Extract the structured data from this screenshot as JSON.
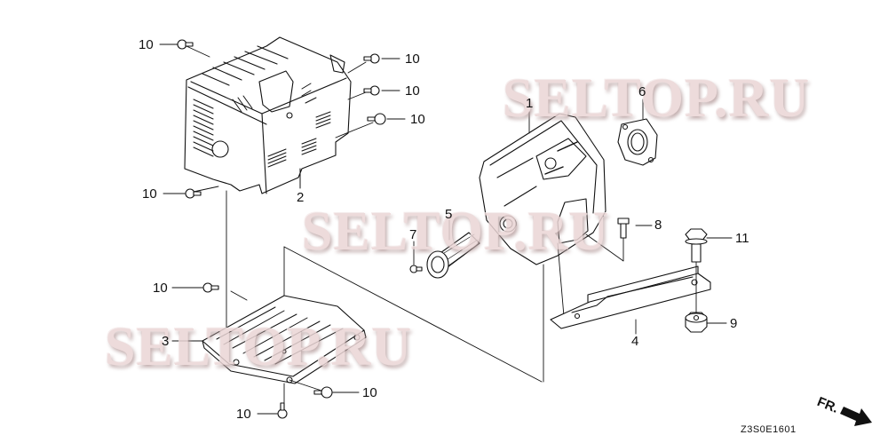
{
  "diagram": {
    "type": "exploded-parts-diagram",
    "drawing_code": "Z3S0E1601",
    "direction_indicator": {
      "label": "FR.",
      "icon": "arrow-down-right-icon"
    },
    "watermarks": [
      "SELTOP.RU",
      "SELTOP.RU",
      "SELTOP.RU"
    ],
    "watermark_color": "#ead5d5",
    "line_color": "#111111",
    "callouts": [
      {
        "id": "1",
        "label": "1",
        "part": "muffler"
      },
      {
        "id": "2",
        "label": "2",
        "part": "muffler-protector-upper"
      },
      {
        "id": "3",
        "label": "3",
        "part": "muffler-protector-lower"
      },
      {
        "id": "4",
        "label": "4",
        "part": "muffler-stay"
      },
      {
        "id": "5",
        "label": "5",
        "part": "spark-arrester"
      },
      {
        "id": "6",
        "label": "6",
        "part": "muffler-gasket"
      },
      {
        "id": "7",
        "label": "7",
        "part": "screw"
      },
      {
        "id": "8",
        "label": "8",
        "part": "flange-bolt"
      },
      {
        "id": "9",
        "label": "9",
        "part": "flange-nut"
      },
      {
        "id": "10",
        "label": "10",
        "part": "flange-bolt"
      },
      {
        "id": "11",
        "label": "11",
        "part": "flange-bolt"
      }
    ],
    "labels": {
      "c10a": "10",
      "c10b": "10",
      "c10c": "10",
      "c10d": "10",
      "c10e": "10",
      "c10f": "10",
      "c10g": "10",
      "c10h": "10",
      "c1": "1",
      "c2": "2",
      "c3": "3",
      "c4": "4",
      "c5": "5",
      "c6": "6",
      "c7": "7",
      "c8": "8",
      "c9": "9",
      "c11": "11"
    }
  }
}
